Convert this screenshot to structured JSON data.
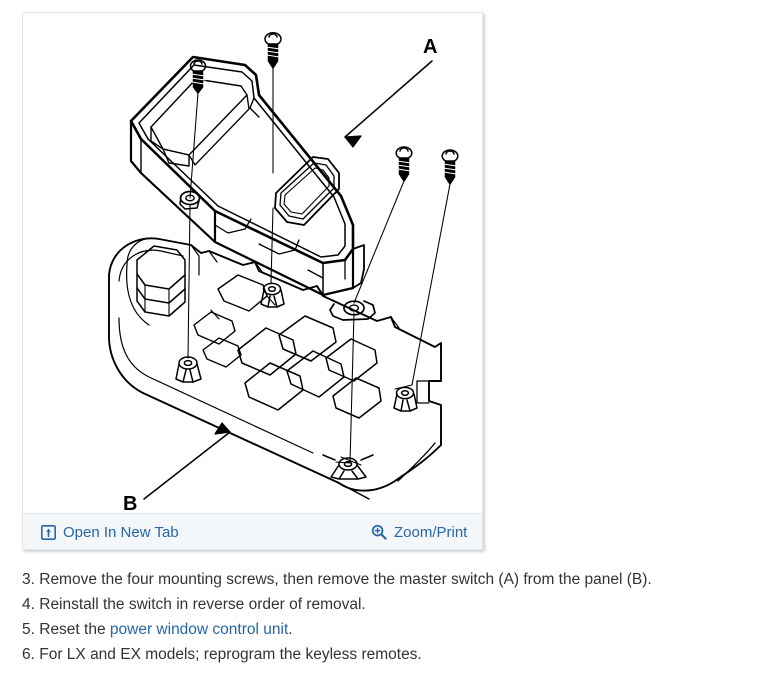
{
  "figure": {
    "alt_title": "Master switch and door panel exploded view",
    "callouts": [
      {
        "id": "A",
        "label": "A",
        "meaning": "master switch"
      },
      {
        "id": "B",
        "label": "B",
        "meaning": "panel"
      }
    ],
    "toolbar": {
      "open_new_tab_label": "Open In New Tab",
      "open_new_tab_icon": "open-in-new-tab-icon",
      "zoom_print_label": "Zoom/Print",
      "zoom_print_icon": "magnifier-plus-icon",
      "background_color": "#f4f7fa",
      "link_color": "#2566a8"
    },
    "line_color": "#000000",
    "border_color": "#e4e4e4"
  },
  "steps": {
    "items": [
      {
        "number": "3.",
        "before": " Remove the four mounting screws, then remove the master switch (A) from the panel (B).",
        "link": "",
        "after": ""
      },
      {
        "number": "4.",
        "before": " Reinstall the switch in reverse order of removal.",
        "link": "",
        "after": ""
      },
      {
        "number": "5.",
        "before": " Reset the ",
        "link": "power window control unit",
        "after": "."
      },
      {
        "number": "6.",
        "before": " For LX and EX models; reprogram the keyless remotes.",
        "link": "",
        "after": ""
      }
    ],
    "text_color": "#333333",
    "link_color": "#2566a8"
  }
}
